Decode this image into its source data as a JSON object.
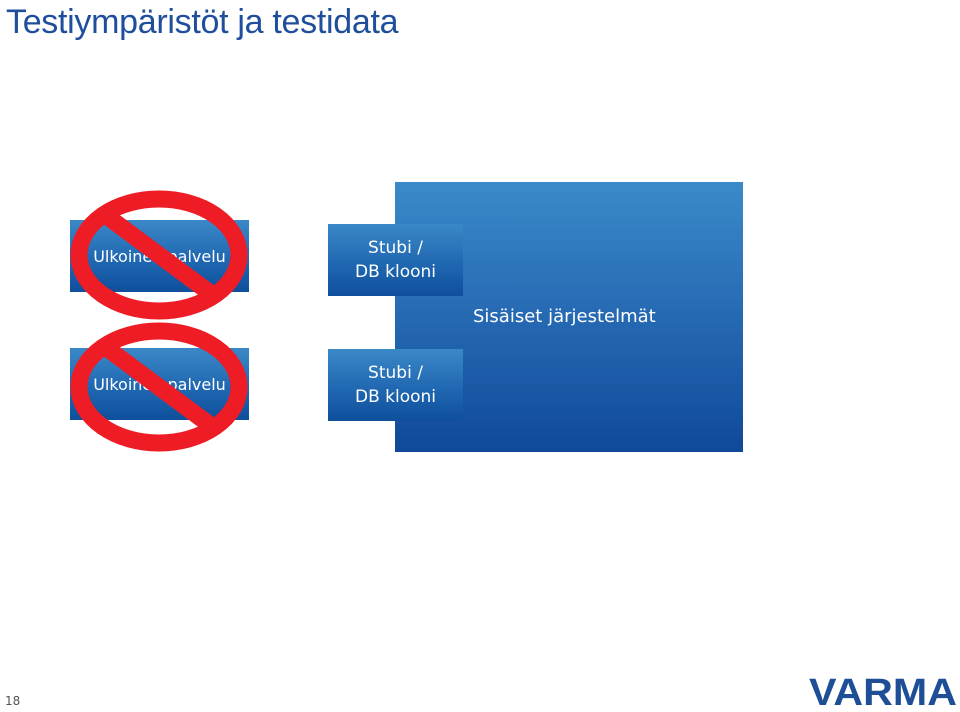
{
  "slide": {
    "title": "Testiympäristöt ja testidata",
    "page_number": "18"
  },
  "diagram": {
    "internal_systems_label": "Sisäiset järjestelmät",
    "stubs": [
      {
        "label": "Stubi /\nDB klooni"
      },
      {
        "label": "Stubi /\nDB klooni"
      }
    ],
    "external_services": [
      {
        "label": "Ulkoinen palvelu",
        "blocked": true
      },
      {
        "label": "Ulkoinen palvelu",
        "blocked": true
      }
    ]
  },
  "logo": {
    "text": "VARMA"
  },
  "colors": {
    "title": "#1f4e9c",
    "box_blue": "#2068b2",
    "prohibition_red": "#ee1c25",
    "logo": "#1e4f96"
  },
  "icons": {
    "prohibition": "no-entry-circle-icon"
  }
}
